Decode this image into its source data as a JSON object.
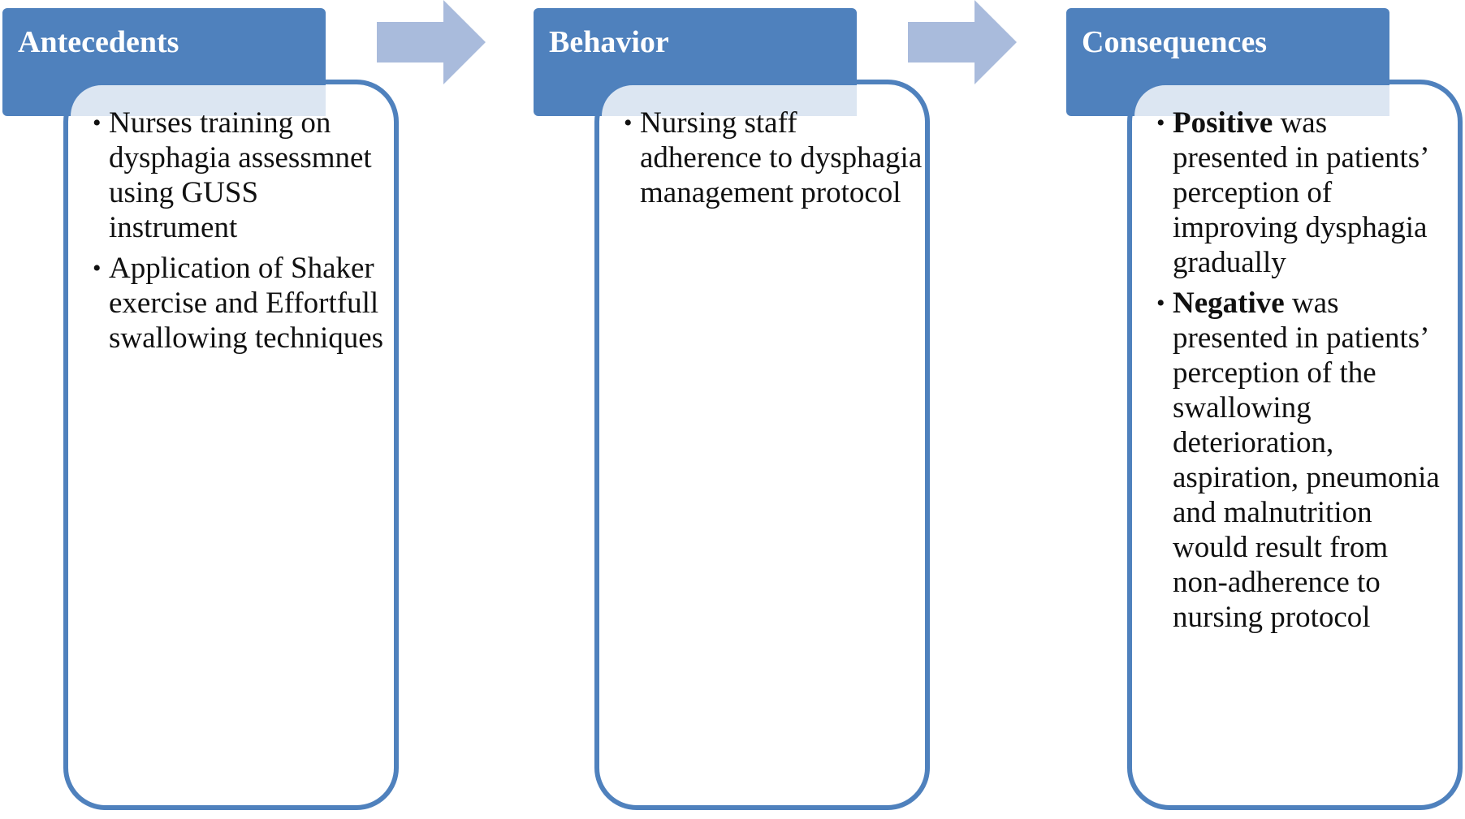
{
  "colors": {
    "header_fill": "#4f81bd",
    "box_border": "#4f81bd",
    "arrow_fill": "#a9bbdc",
    "header_text": "#ffffff",
    "body_text": "#111111"
  },
  "stages": [
    {
      "title": "Antecedents",
      "items": [
        {
          "lead": "",
          "text": "Nurses training on dysphagia assessmnet using GUSS instrument"
        },
        {
          "lead": "",
          "text": "Application of Shaker exercise and Effortfull swallowing techniques"
        }
      ]
    },
    {
      "title": "Behavior",
      "items": [
        {
          "lead": "",
          "text": "Nursing staff adherence to dysphagia management protocol"
        }
      ]
    },
    {
      "title": "Consequences",
      "items": [
        {
          "lead": "Positive",
          "text": " was presented in patients’ perception of improving dysphagia gradually"
        },
        {
          "lead": "Negative",
          "text": " was presented in patients’ perception of the swallowing deterioration, aspiration, pneumonia and malnutrition would result from non-adherence to nursing protocol"
        }
      ]
    }
  ],
  "arrows": [
    {
      "icon": "right-arrow-icon"
    },
    {
      "icon": "right-arrow-icon"
    }
  ]
}
